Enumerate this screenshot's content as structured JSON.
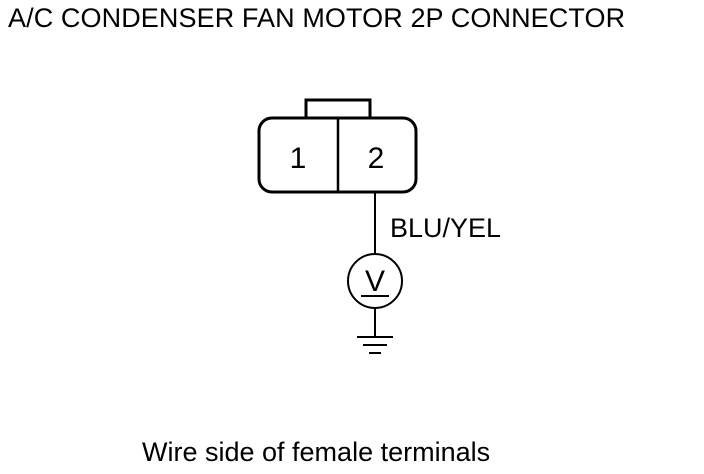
{
  "title": "A/C CONDENSER FAN MOTOR 2P CONNECTOR",
  "connector": {
    "terminals": [
      "1",
      "2"
    ]
  },
  "wire": {
    "label": "BLU/YEL"
  },
  "meter": {
    "symbol": "V"
  },
  "caption": "Wire side of female terminals"
}
